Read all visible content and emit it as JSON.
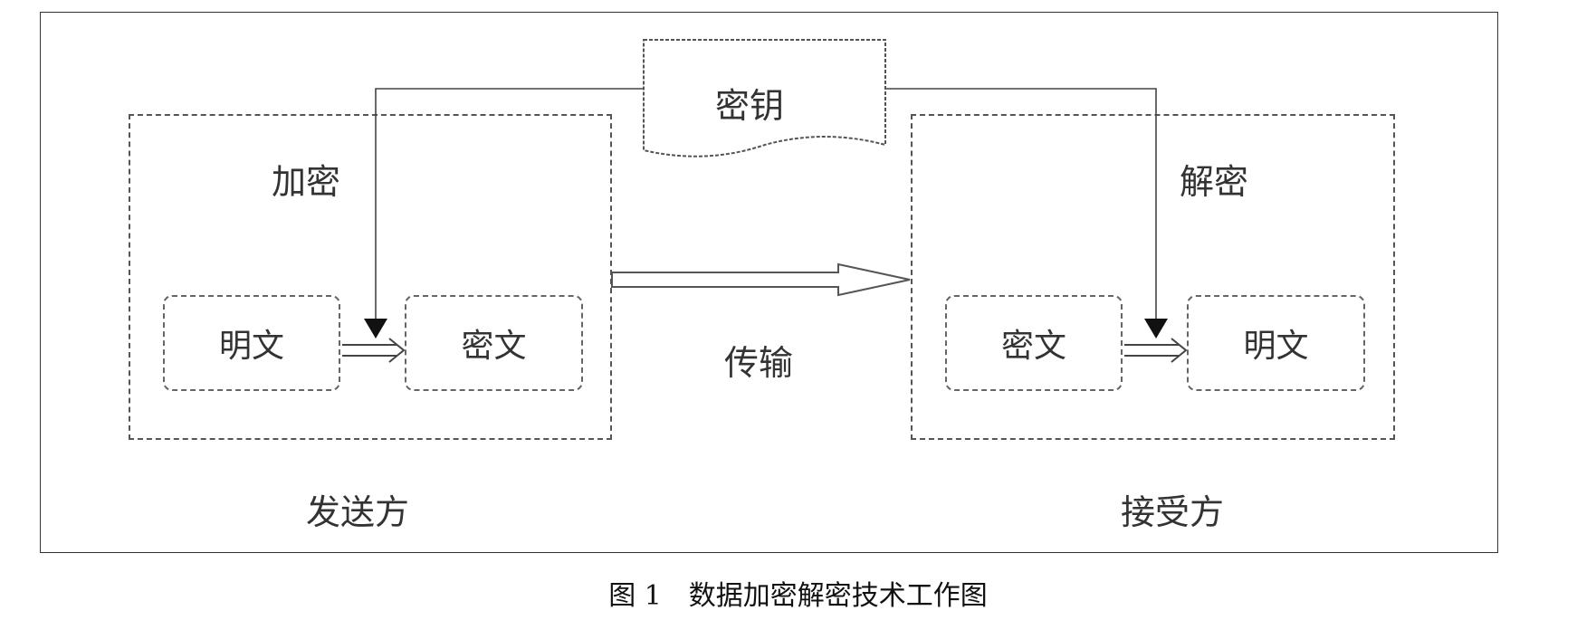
{
  "diagram": {
    "key_label": "密钥",
    "sender": {
      "panel_title": "加密",
      "input_box": "明文",
      "output_box": "密文",
      "role_label": "发送方"
    },
    "transmission_label": "传输",
    "receiver": {
      "panel_title": "解密",
      "input_box": "密文",
      "output_box": "明文",
      "role_label": "接受方"
    }
  },
  "caption": "图 1　数据加密解密技术工作图"
}
